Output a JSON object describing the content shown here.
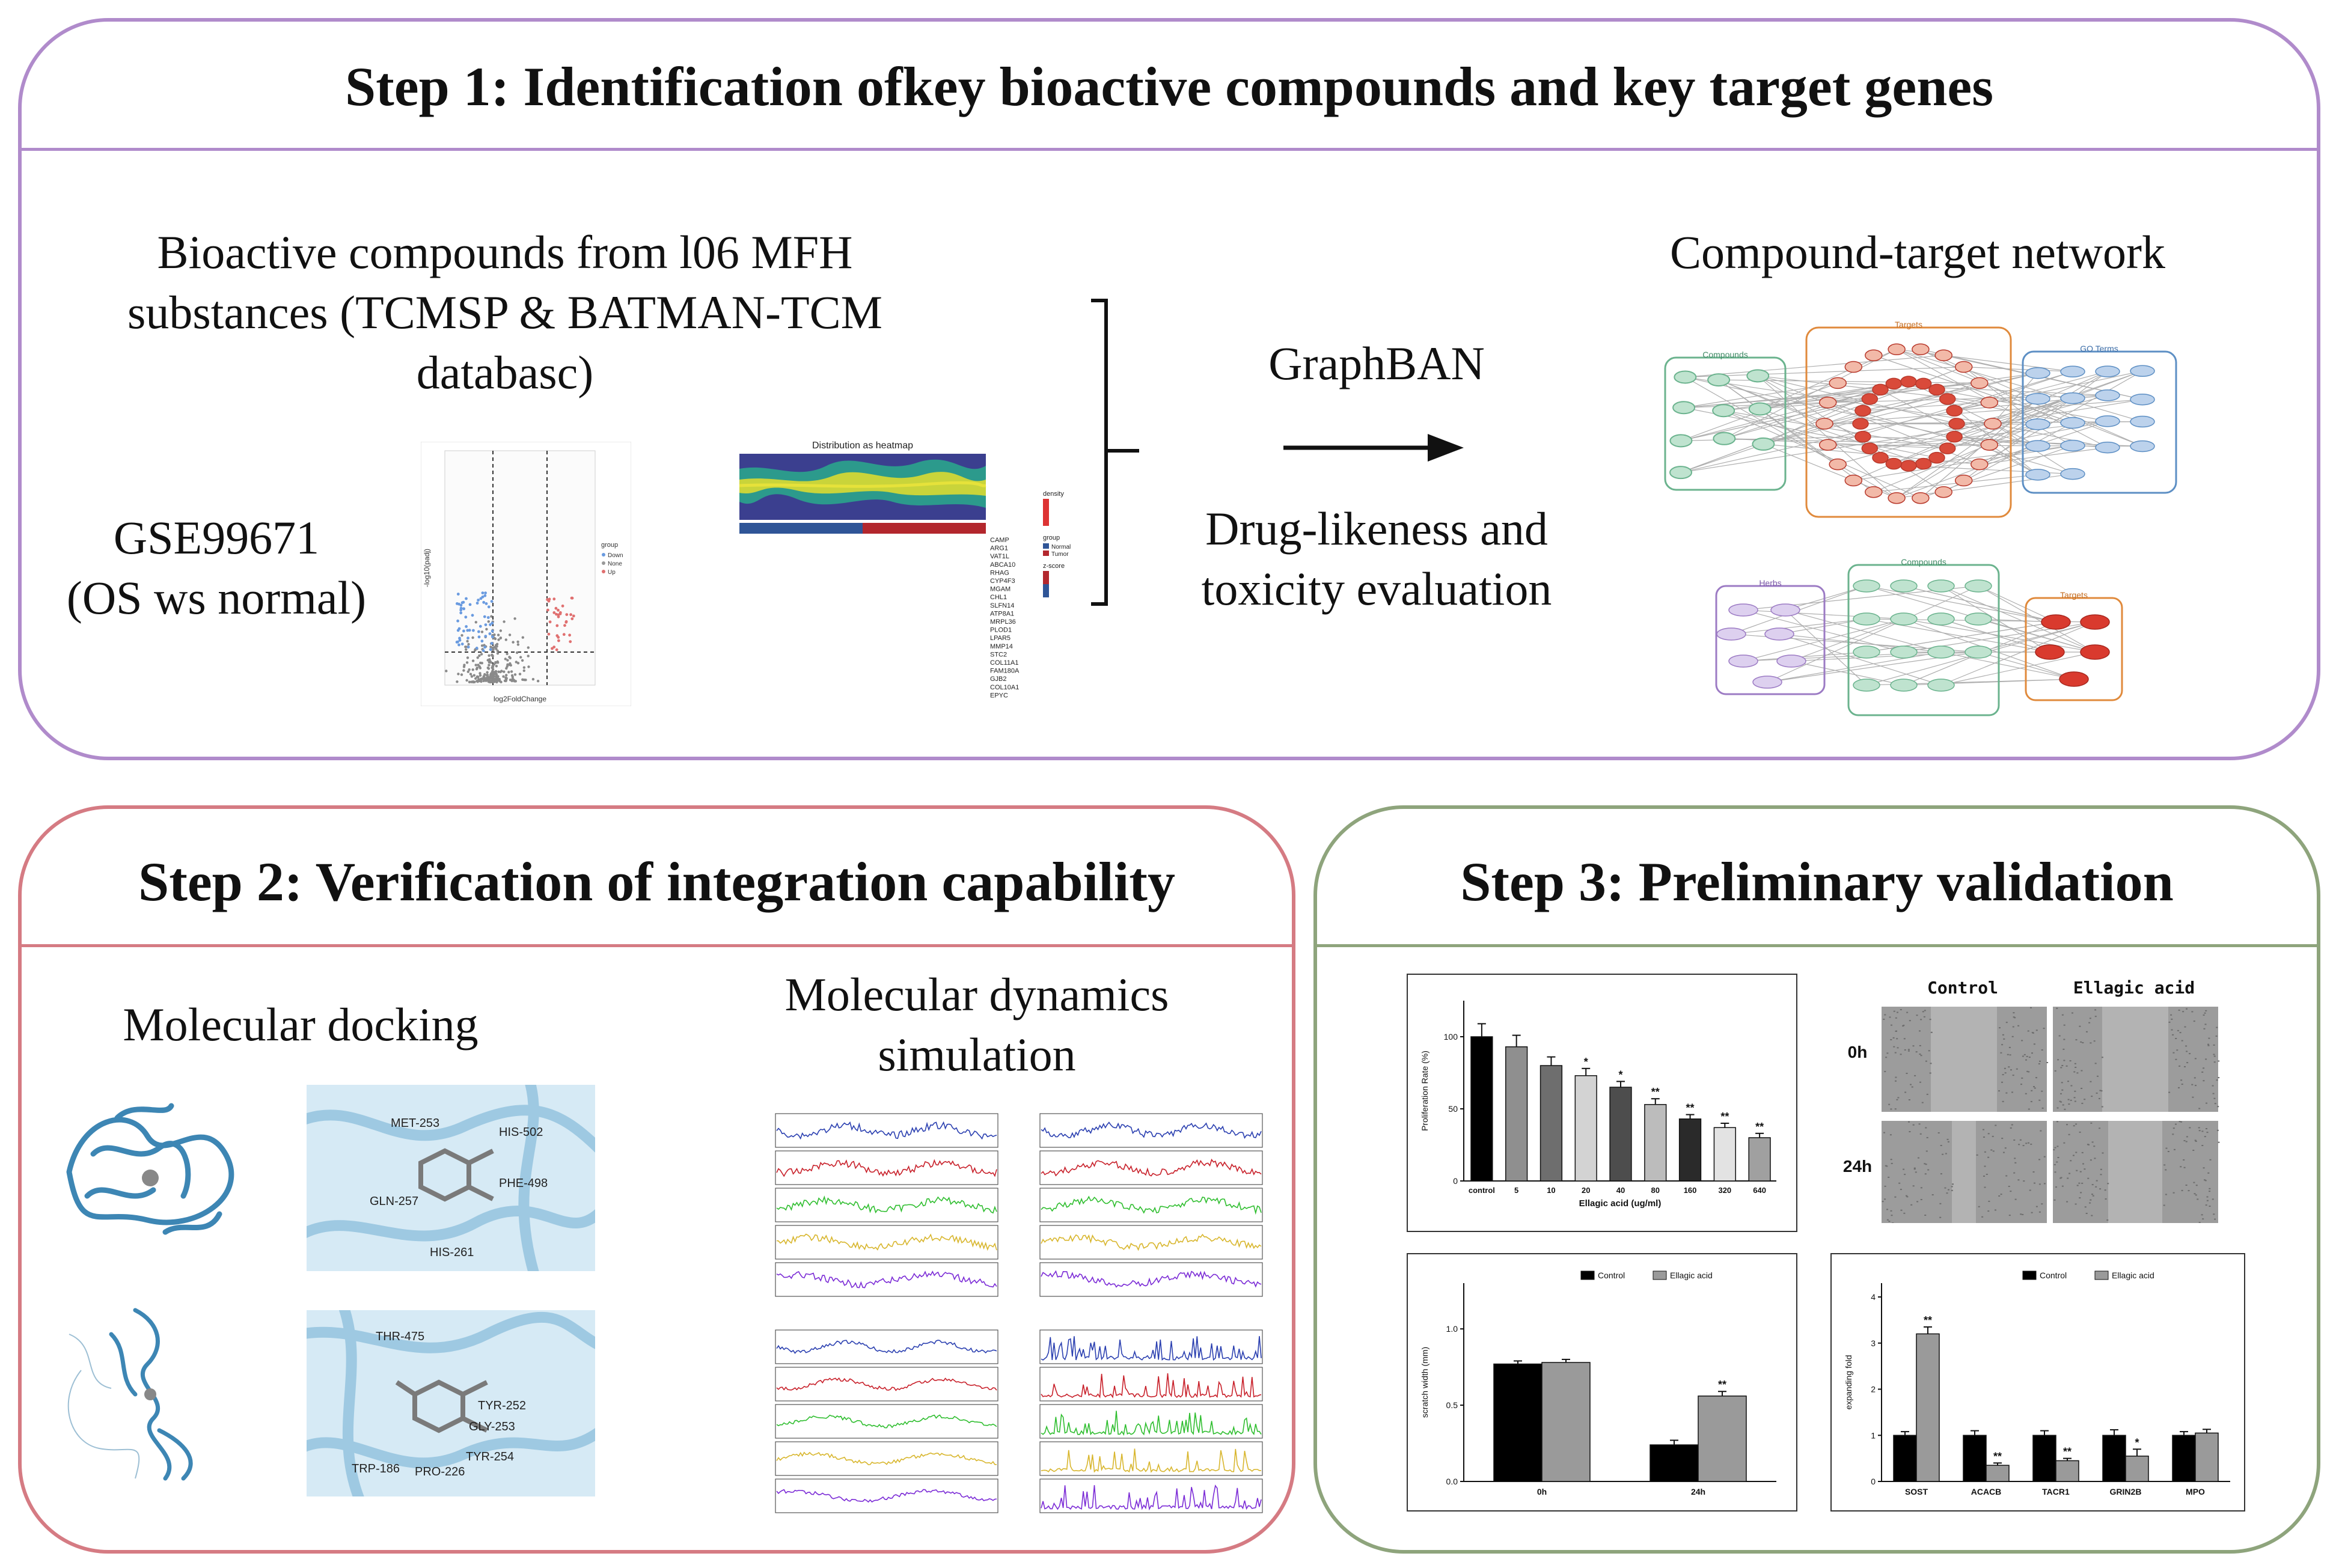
{
  "colors": {
    "step1_border": "#b08bcb",
    "step2_border": "#d57b83",
    "step3_border": "#8ea47c",
    "protein_blue": "#3d86b4",
    "heat_red": "#c0272d",
    "heat_blue": "#3a5fa8",
    "net_green": "#6bb38e",
    "net_orange": "#e08a3c",
    "net_blue": "#5d8fc4",
    "net_purple": "#9c7bc4"
  },
  "step1": {
    "title": "Step 1: Identification ofkey bioactive compounds and key target genes",
    "compounds_line1": "Bioactive compounds from l06 MFH",
    "compounds_line2": "substances (TCMSP & BATMAN-TCM",
    "compounds_line3": "databasc)",
    "dataset_line1": "GSE99671",
    "dataset_line2": "(OS ws normal)",
    "method": "GraphBAN",
    "eval_line1": "Drug-likeness and",
    "eval_line2": "toxicity evaluation",
    "network_title": "Compound-target network",
    "arrow_icon": "right-arrow-icon",
    "heatmap_title": "Distribution as heatmap",
    "heatmap_genes": [
      "CAMP",
      "ARG1",
      "VAT1L",
      "ABCA10",
      "RHAG",
      "CYP4F3",
      "MGAM",
      "CHL1",
      "SLFN14",
      "ATP8A1",
      "MRPL36",
      "PLOD1",
      "LPAR5",
      "MMP14",
      "STC2",
      "COL11A1",
      "FAM180A",
      "GJB2",
      "COL10A1",
      "EPYC"
    ],
    "heatmap_legend": {
      "density": "density",
      "group": "group",
      "normal": "Normal",
      "tumor": "Tumor",
      "zscore": "z-score"
    },
    "volcano_xlabel": "log2FoldChange",
    "volcano_ylabel": "-log10(padj)",
    "volcano_legend": {
      "group": "group",
      "down": "Down",
      "none": "None",
      "up": "Up"
    },
    "network_labels": {
      "compounds": "Compounds",
      "targets": "Targets",
      "go_terms": "GO Terms",
      "herbs": "Herbs"
    }
  },
  "step2": {
    "title": "Step 2: Verification of integration capability",
    "docking": "Molecular docking",
    "md_line1": "Molecular dynamics",
    "md_line2": "simulation",
    "residues_top": [
      "MET-253",
      "HIS-502",
      "GLN-257",
      "PHE-498",
      "HIS-261"
    ],
    "residues_bottom": [
      "THR-475",
      "TYR-252",
      "GLY-253",
      "TRP-186",
      "PRO-226",
      "TYR-254"
    ]
  },
  "step3": {
    "title": "Step 3: Preliminary validation",
    "wound": {
      "col1": "Control",
      "col2": "Ellagic acid",
      "row1": "0h",
      "row2": "24h"
    },
    "chart_data": [
      {
        "type": "bar",
        "categories": [
          "control",
          "5",
          "10",
          "20",
          "40",
          "80",
          "160",
          "320",
          "640"
        ],
        "values": [
          100,
          93,
          80,
          73,
          65,
          53,
          43,
          37,
          30
        ],
        "errors": [
          9,
          8,
          6,
          5,
          4,
          4,
          3,
          3,
          3
        ],
        "sig": [
          "",
          "",
          "",
          "*",
          "*",
          "**",
          "**",
          "**",
          "**"
        ],
        "ylabel": "Proliferation Rate (%)",
        "xlabel": "Ellagic acid (ug/ml)",
        "yticks": [
          "0",
          "50",
          "100"
        ],
        "ylim": [
          0,
          125
        ],
        "bar_colors": [
          "#000000",
          "#8f8f8f",
          "#6e6e6e",
          "#d3d3d3",
          "#4d4d4d",
          "#bcbcbc",
          "#2a2a2a",
          "#e3e3e3",
          "#a0a0a0"
        ]
      },
      {
        "type": "bar",
        "categories": [
          "0h",
          "24h"
        ],
        "series": [
          {
            "name": "Control",
            "values": [
              0.77,
              0.24
            ],
            "errors": [
              0.02,
              0.03
            ],
            "sig": [
              "",
              ""
            ],
            "color": "#000000"
          },
          {
            "name": "Ellagic acid",
            "values": [
              0.78,
              0.56
            ],
            "errors": [
              0.02,
              0.03
            ],
            "sig": [
              "",
              "**"
            ],
            "color": "#9a9a9a"
          }
        ],
        "ylabel": "scratch width (mm)",
        "yticks": [
          "0.0",
          "0.5",
          "1.0"
        ],
        "ylim": [
          0,
          1.3
        ]
      },
      {
        "type": "bar",
        "categories": [
          "SOST",
          "ACACB",
          "TACR1",
          "GRIN2B",
          "MPO"
        ],
        "series": [
          {
            "name": "Control",
            "values": [
              1.0,
              1.0,
              1.0,
              1.0,
              1.0
            ],
            "errors": [
              0.08,
              0.1,
              0.1,
              0.12,
              0.08
            ],
            "sig": [
              "",
              "",
              "",
              "",
              ""
            ],
            "color": "#000000"
          },
          {
            "name": "Ellagic acid",
            "values": [
              3.2,
              0.35,
              0.45,
              0.55,
              1.05
            ],
            "errors": [
              0.15,
              0.05,
              0.05,
              0.15,
              0.08
            ],
            "sig": [
              "**",
              "**",
              "**",
              "*",
              ""
            ],
            "color": "#9a9a9a"
          }
        ],
        "ylabel": "expanding fold",
        "yticks": [
          "0",
          "1",
          "2",
          "3",
          "4"
        ],
        "ylim": [
          0,
          4.3
        ]
      }
    ]
  }
}
